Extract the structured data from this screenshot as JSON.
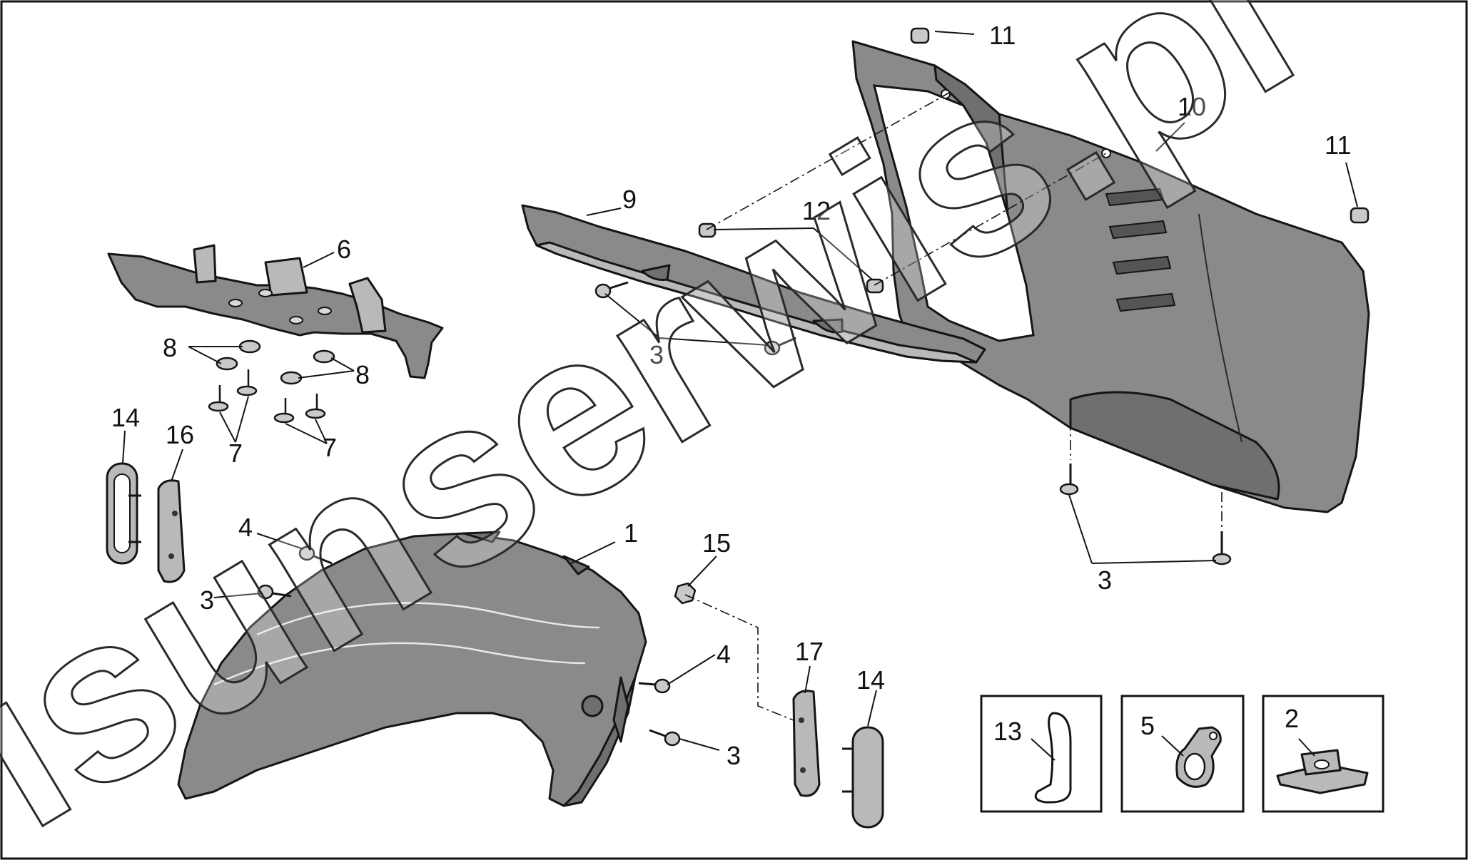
{
  "watermark": "isunserwis.pl",
  "callouts": {
    "c1": "1",
    "c2": "2",
    "c3a": "3",
    "c3b": "3",
    "c3c": "3",
    "c3d": "3",
    "c4a": "4",
    "c4b": "4",
    "c5": "5",
    "c6": "6",
    "c7a": "7",
    "c7b": "7",
    "c8a": "8",
    "c8b": "8",
    "c9": "9",
    "c10": "10",
    "c11a": "11",
    "c11b": "11",
    "c12": "12",
    "c13": "13",
    "c14a": "14",
    "c14b": "14",
    "c15": "15",
    "c16": "16",
    "c17": "17"
  }
}
